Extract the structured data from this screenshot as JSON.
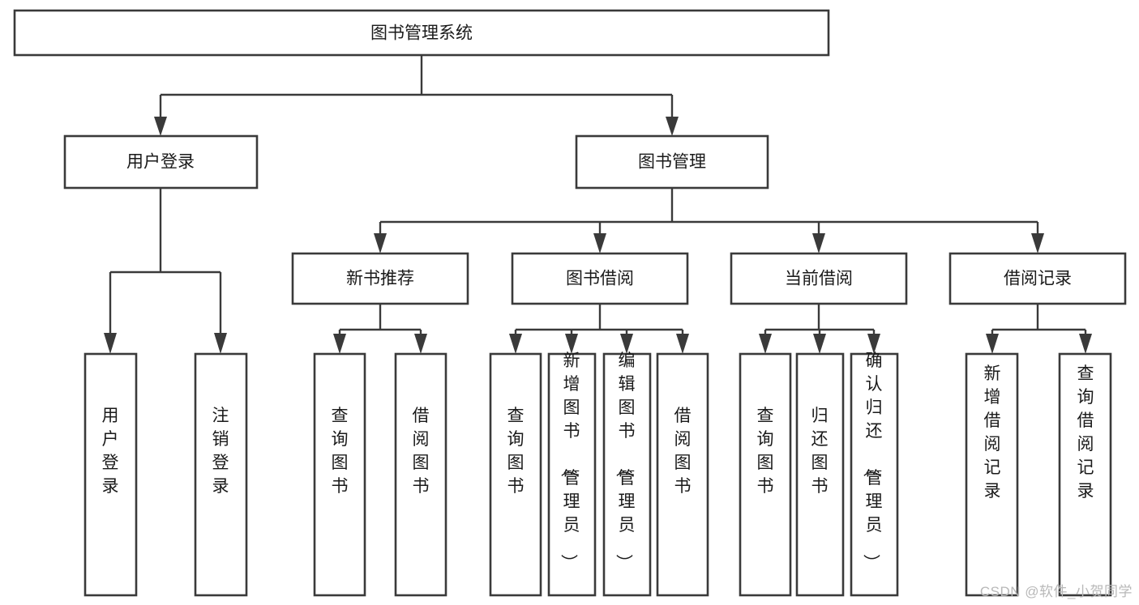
{
  "diagram": {
    "type": "tree-hierarchy",
    "title": "图书管理系统",
    "watermark": "CSDN @软件_小贺同学",
    "colors": {
      "box_stroke": "#3a3a3a",
      "box_fill": "#ffffff",
      "connector": "#3a3a3a",
      "text": "#1a1a1a",
      "watermark": "#b8b8b8",
      "background": "#ffffff"
    },
    "levels": [
      {
        "level": 0,
        "nodes": [
          {
            "id": "root",
            "label": "图书管理系统",
            "orientation": "horizontal"
          }
        ]
      },
      {
        "level": 1,
        "nodes": [
          {
            "id": "user-login",
            "label": "用户登录",
            "orientation": "horizontal",
            "parent": "root"
          },
          {
            "id": "book-manage",
            "label": "图书管理",
            "orientation": "horizontal",
            "parent": "root"
          }
        ]
      },
      {
        "level": 2,
        "nodes": [
          {
            "id": "new-book-rec",
            "label": "新书推荐",
            "orientation": "horizontal",
            "parent": "book-manage"
          },
          {
            "id": "book-borrow",
            "label": "图书借阅",
            "orientation": "horizontal",
            "parent": "book-manage"
          },
          {
            "id": "current-borrow",
            "label": "当前借阅",
            "orientation": "horizontal",
            "parent": "book-manage"
          },
          {
            "id": "borrow-record",
            "label": "借阅记录",
            "orientation": "horizontal",
            "parent": "book-manage"
          }
        ]
      },
      {
        "level": 3,
        "nodes": [
          {
            "id": "leaf-user-login",
            "label": "用户登录",
            "orientation": "vertical",
            "parent": "user-login"
          },
          {
            "id": "leaf-logout-login",
            "label": "注销登录",
            "orientation": "vertical",
            "parent": "user-login"
          },
          {
            "id": "leaf-query-book-1",
            "label": "查询图书",
            "orientation": "vertical",
            "parent": "new-book-rec"
          },
          {
            "id": "leaf-borrow-book-1",
            "label": "借阅图书",
            "orientation": "vertical",
            "parent": "new-book-rec"
          },
          {
            "id": "leaf-query-book-2",
            "label": "查询图书",
            "orientation": "vertical",
            "parent": "book-borrow"
          },
          {
            "id": "leaf-add-book",
            "label": "新增图书（管理员）",
            "orientation": "vertical",
            "parent": "book-borrow"
          },
          {
            "id": "leaf-edit-book",
            "label": "编辑图书（管理员）",
            "orientation": "vertical",
            "parent": "book-borrow"
          },
          {
            "id": "leaf-borrow-book-2",
            "label": "借阅图书",
            "orientation": "vertical",
            "parent": "book-borrow"
          },
          {
            "id": "leaf-query-book-3",
            "label": "查询图书",
            "orientation": "vertical",
            "parent": "current-borrow"
          },
          {
            "id": "leaf-return-book",
            "label": "归还图书",
            "orientation": "vertical",
            "parent": "current-borrow"
          },
          {
            "id": "leaf-confirm-return",
            "label": "确认归还（管理员）",
            "orientation": "vertical",
            "parent": "current-borrow"
          },
          {
            "id": "leaf-add-record",
            "label": "新增借阅记录",
            "orientation": "vertical",
            "parent": "borrow-record"
          },
          {
            "id": "leaf-query-record",
            "label": "查询借阅记录",
            "orientation": "vertical",
            "parent": "borrow-record"
          }
        ]
      }
    ],
    "labels": {
      "root": "图书管理系统",
      "user_login": "用户登录",
      "book_manage": "图书管理",
      "new_book_rec": "新书推荐",
      "book_borrow": "图书借阅",
      "current_borrow": "当前借阅",
      "borrow_record": "借阅记录",
      "leaf_user_login": "用户登录",
      "leaf_logout_login": "注销登录",
      "leaf_query_book_1": "查询图书",
      "leaf_borrow_book_1": "借阅图书",
      "leaf_query_book_2": "查询图书",
      "leaf_add_book": "新增图书（管理员）",
      "leaf_edit_book": "编辑图书（管理员）",
      "leaf_borrow_book_2": "借阅图书",
      "leaf_query_book_3": "查询图书",
      "leaf_return_book": "归还图书",
      "leaf_confirm_return": "确认归还（管理员）",
      "leaf_add_record": "新增借阅记录",
      "leaf_query_record": "查询借阅记录"
    }
  }
}
